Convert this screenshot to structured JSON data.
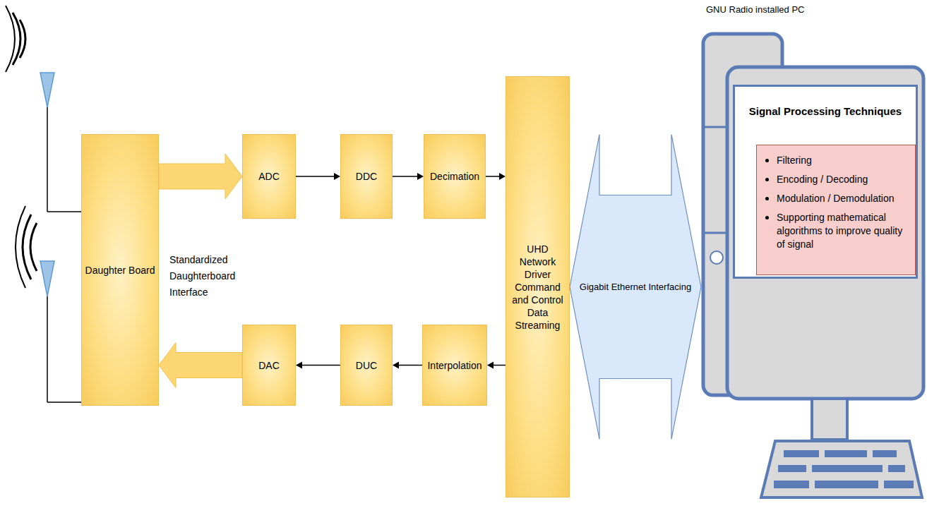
{
  "diagram": {
    "nodes": [
      {
        "text": [
          "Daughter Board"
        ]
      },
      {
        "text": [
          "ADC"
        ]
      },
      {
        "text": [
          "DDC"
        ]
      },
      {
        "text": [
          "Decimation"
        ]
      },
      {
        "text": [
          "UHD Network Driver Command and Control Data Streaming"
        ]
      },
      {
        "text": [
          "DAC"
        ]
      },
      {
        "text": [
          "DUC"
        ]
      },
      {
        "text": [
          "Interpolation"
        ]
      },
      {
        "text": [
          "GNU Radio installed PC"
        ]
      },
      {
        "text": [
          "Signal Processing Techniques"
        ],
        "in": 8
      },
      {
        "text": [
          "Filtering",
          "Encoding / Decoding",
          "Modulation / Demodulation",
          "Supporting mathematical algorithms to improve quality of signal"
        ],
        "in": 9
      }
    ],
    "edges": [
      {
        "from": 0,
        "to": 1,
        "arrow": "to"
      },
      {
        "from": 1,
        "to": 2,
        "arrow": "to"
      },
      {
        "from": 2,
        "to": 3,
        "arrow": "to"
      },
      {
        "from": 3,
        "to": 4,
        "arrow": "to"
      },
      {
        "from": 4,
        "to": 7,
        "arrow": "to"
      },
      {
        "from": 7,
        "to": 6,
        "arrow": "to"
      },
      {
        "from": 6,
        "to": 5,
        "arrow": "to"
      },
      {
        "from": 5,
        "to": 0,
        "arrow": "to"
      },
      {
        "from": 4,
        "to": 8,
        "label": "Gigabit Ethernet Interfacing",
        "arrow": "both"
      }
    ],
    "labels": [
      "Standardized Daughterboard Interface"
    ]
  }
}
